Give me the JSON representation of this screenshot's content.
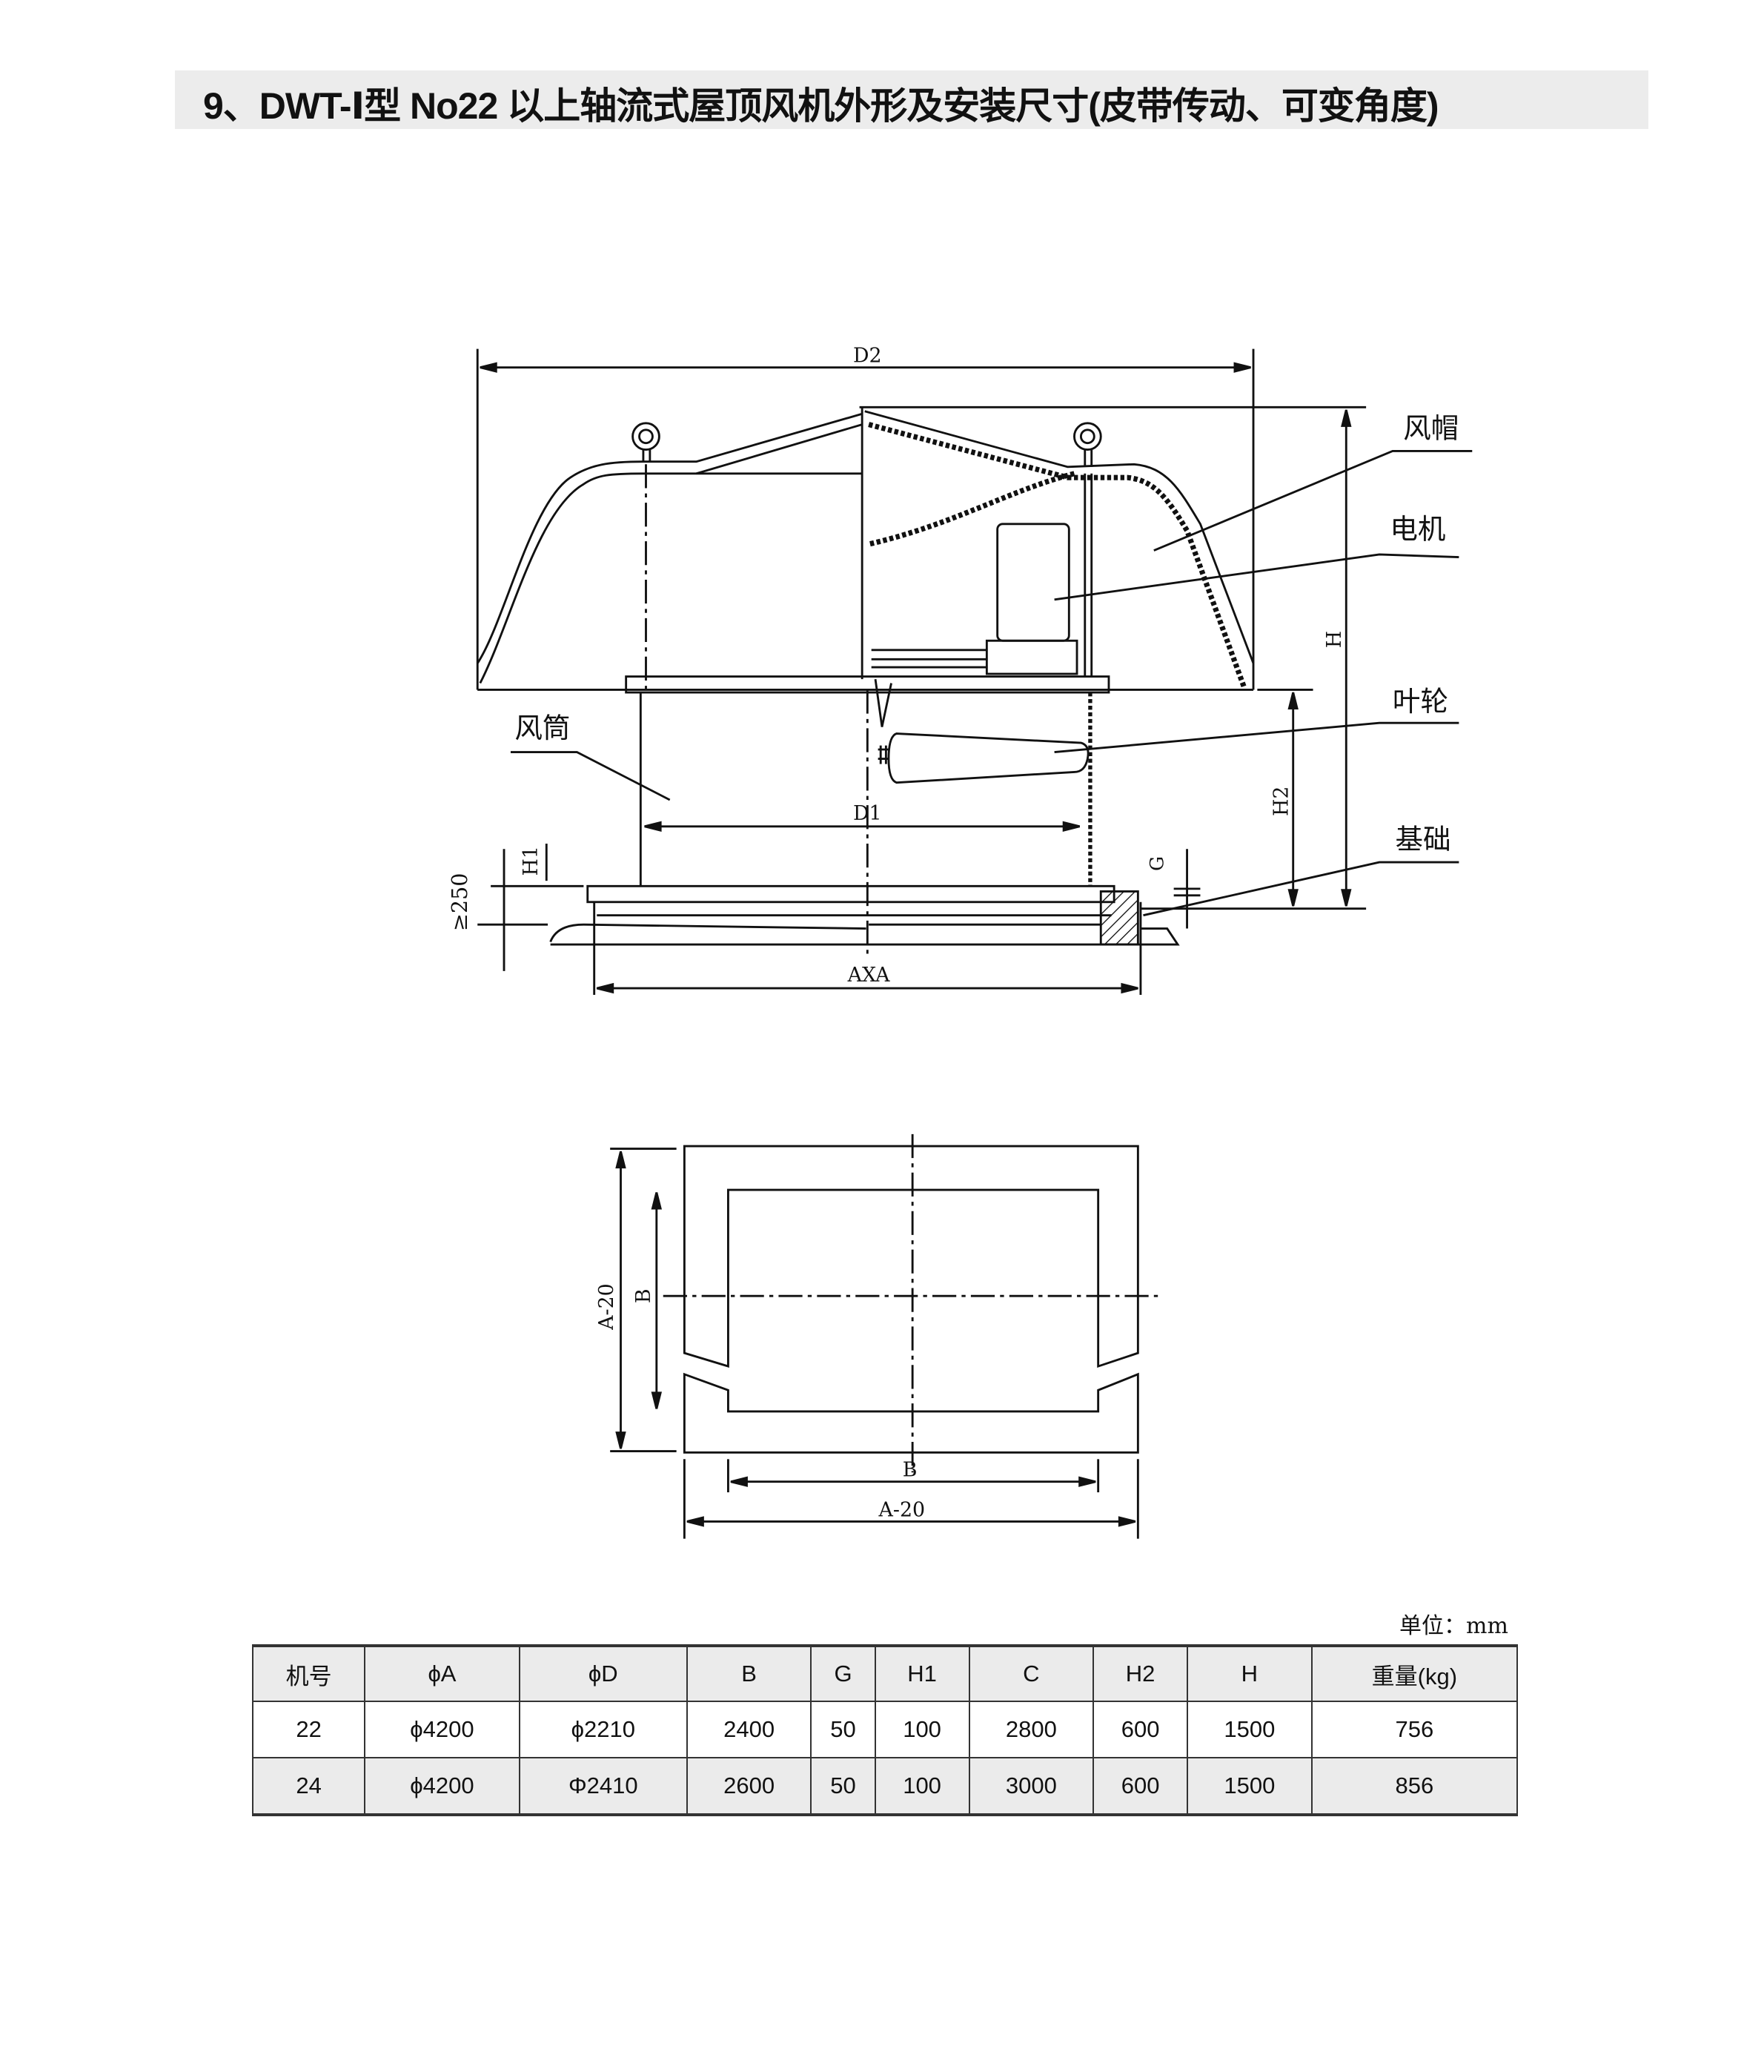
{
  "title": "9、DWT-Ⅰ型 No22 以上轴流式屋顶风机外形及安装尺寸(皮带传动、可变角度)",
  "drawing": {
    "dim_D2": "D2",
    "dim_D1": "D1",
    "dim_AXA": "AXA",
    "dim_H": "H",
    "dim_H2": "H2",
    "dim_H1": "H1",
    "dim_G": "G",
    "dim_250": "≥250",
    "label_hood": "风帽",
    "label_motor": "电机",
    "label_impeller": "叶轮",
    "label_foundation": "基础",
    "label_duct": "风筒"
  },
  "plan": {
    "dim_A20_v": "A-20",
    "dim_B_v": "B",
    "dim_B_h": "B",
    "dim_A20_h": "A-20"
  },
  "unit_label": "单位：mm",
  "table": {
    "headers": [
      "机号",
      "ϕA",
      "ϕD",
      "B",
      "G",
      "H1",
      "C",
      "H2",
      "H",
      "重量(kg)"
    ],
    "rows": [
      [
        "22",
        "ϕ4200",
        "ϕ2210",
        "2400",
        "50",
        "100",
        "2800",
        "600",
        "1500",
        "756"
      ],
      [
        "24",
        "ϕ4200",
        "Φ2410",
        "2600",
        "50",
        "100",
        "3000",
        "600",
        "1500",
        "856"
      ]
    ]
  }
}
